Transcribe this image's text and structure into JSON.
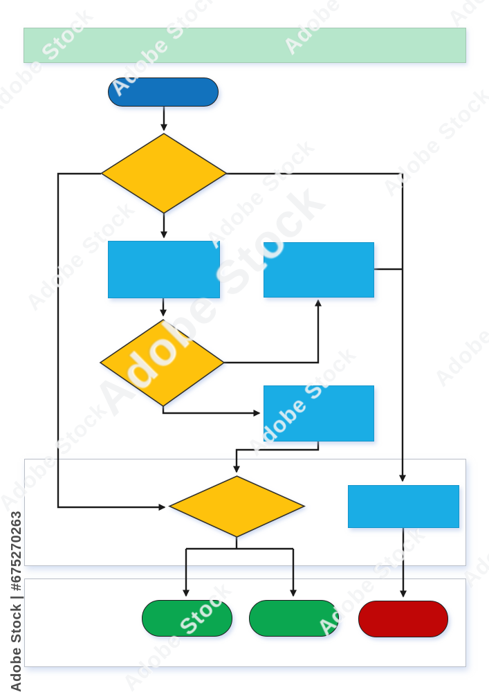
{
  "page": {
    "type": "flowchart-template",
    "background": "#ffffff",
    "description_visible_text_only": true
  },
  "watermark": {
    "brand": "Adobe Stock",
    "id_label": "Adobe Stock | #675270263"
  },
  "palette": {
    "title_bar_fill": "#b6e6cb",
    "start_fill": "#1272bd",
    "process_fill": "#1aade5",
    "decision_fill": "#fec20c",
    "end_success_fill": "#0ba750",
    "end_fail_fill": "#c00606",
    "connector_color": "#1a1a1a",
    "section_border": "#b9bec7"
  },
  "diagram": {
    "nodes": [
      {
        "id": "title-bar",
        "shape": "rect",
        "fill": "#b6e6cb",
        "label": ""
      },
      {
        "id": "start",
        "shape": "terminator",
        "fill": "#1272bd",
        "label": ""
      },
      {
        "id": "decision-1",
        "shape": "diamond",
        "fill": "#fec20c",
        "label": ""
      },
      {
        "id": "process-1",
        "shape": "rect",
        "fill": "#1aade5",
        "label": ""
      },
      {
        "id": "process-2",
        "shape": "rect",
        "fill": "#1aade5",
        "label": ""
      },
      {
        "id": "decision-2",
        "shape": "diamond",
        "fill": "#fec20c",
        "label": ""
      },
      {
        "id": "process-3",
        "shape": "rect",
        "fill": "#1aade5",
        "label": ""
      },
      {
        "id": "decision-3",
        "shape": "diamond",
        "fill": "#fec20c",
        "label": ""
      },
      {
        "id": "process-4",
        "shape": "rect",
        "fill": "#1aade5",
        "label": ""
      },
      {
        "id": "end-1",
        "shape": "terminator",
        "fill": "#0ba750",
        "label": ""
      },
      {
        "id": "end-2",
        "shape": "terminator",
        "fill": "#0ba750",
        "label": ""
      },
      {
        "id": "end-3",
        "shape": "terminator",
        "fill": "#c00606",
        "label": ""
      }
    ],
    "sections": [
      {
        "id": "section-1",
        "label": ""
      },
      {
        "id": "section-2",
        "label": ""
      }
    ],
    "edges": [
      {
        "from": "start",
        "to": "decision-1"
      },
      {
        "from": "decision-1",
        "to": "process-1",
        "branch": "down"
      },
      {
        "from": "decision-1",
        "to": "decision-3",
        "branch": "left-loop"
      },
      {
        "from": "decision-1",
        "to": "process-4",
        "branch": "right"
      },
      {
        "from": "process-1",
        "to": "decision-2"
      },
      {
        "from": "decision-2",
        "to": "process-2",
        "branch": "right-up"
      },
      {
        "from": "decision-2",
        "to": "process-3",
        "branch": "down-right"
      },
      {
        "from": "process-2",
        "to": "process-4",
        "branch": "merge-right"
      },
      {
        "from": "process-3",
        "to": "decision-3"
      },
      {
        "from": "decision-3",
        "to": "end-1"
      },
      {
        "from": "decision-3",
        "to": "end-2"
      },
      {
        "from": "process-4",
        "to": "end-3"
      }
    ]
  }
}
